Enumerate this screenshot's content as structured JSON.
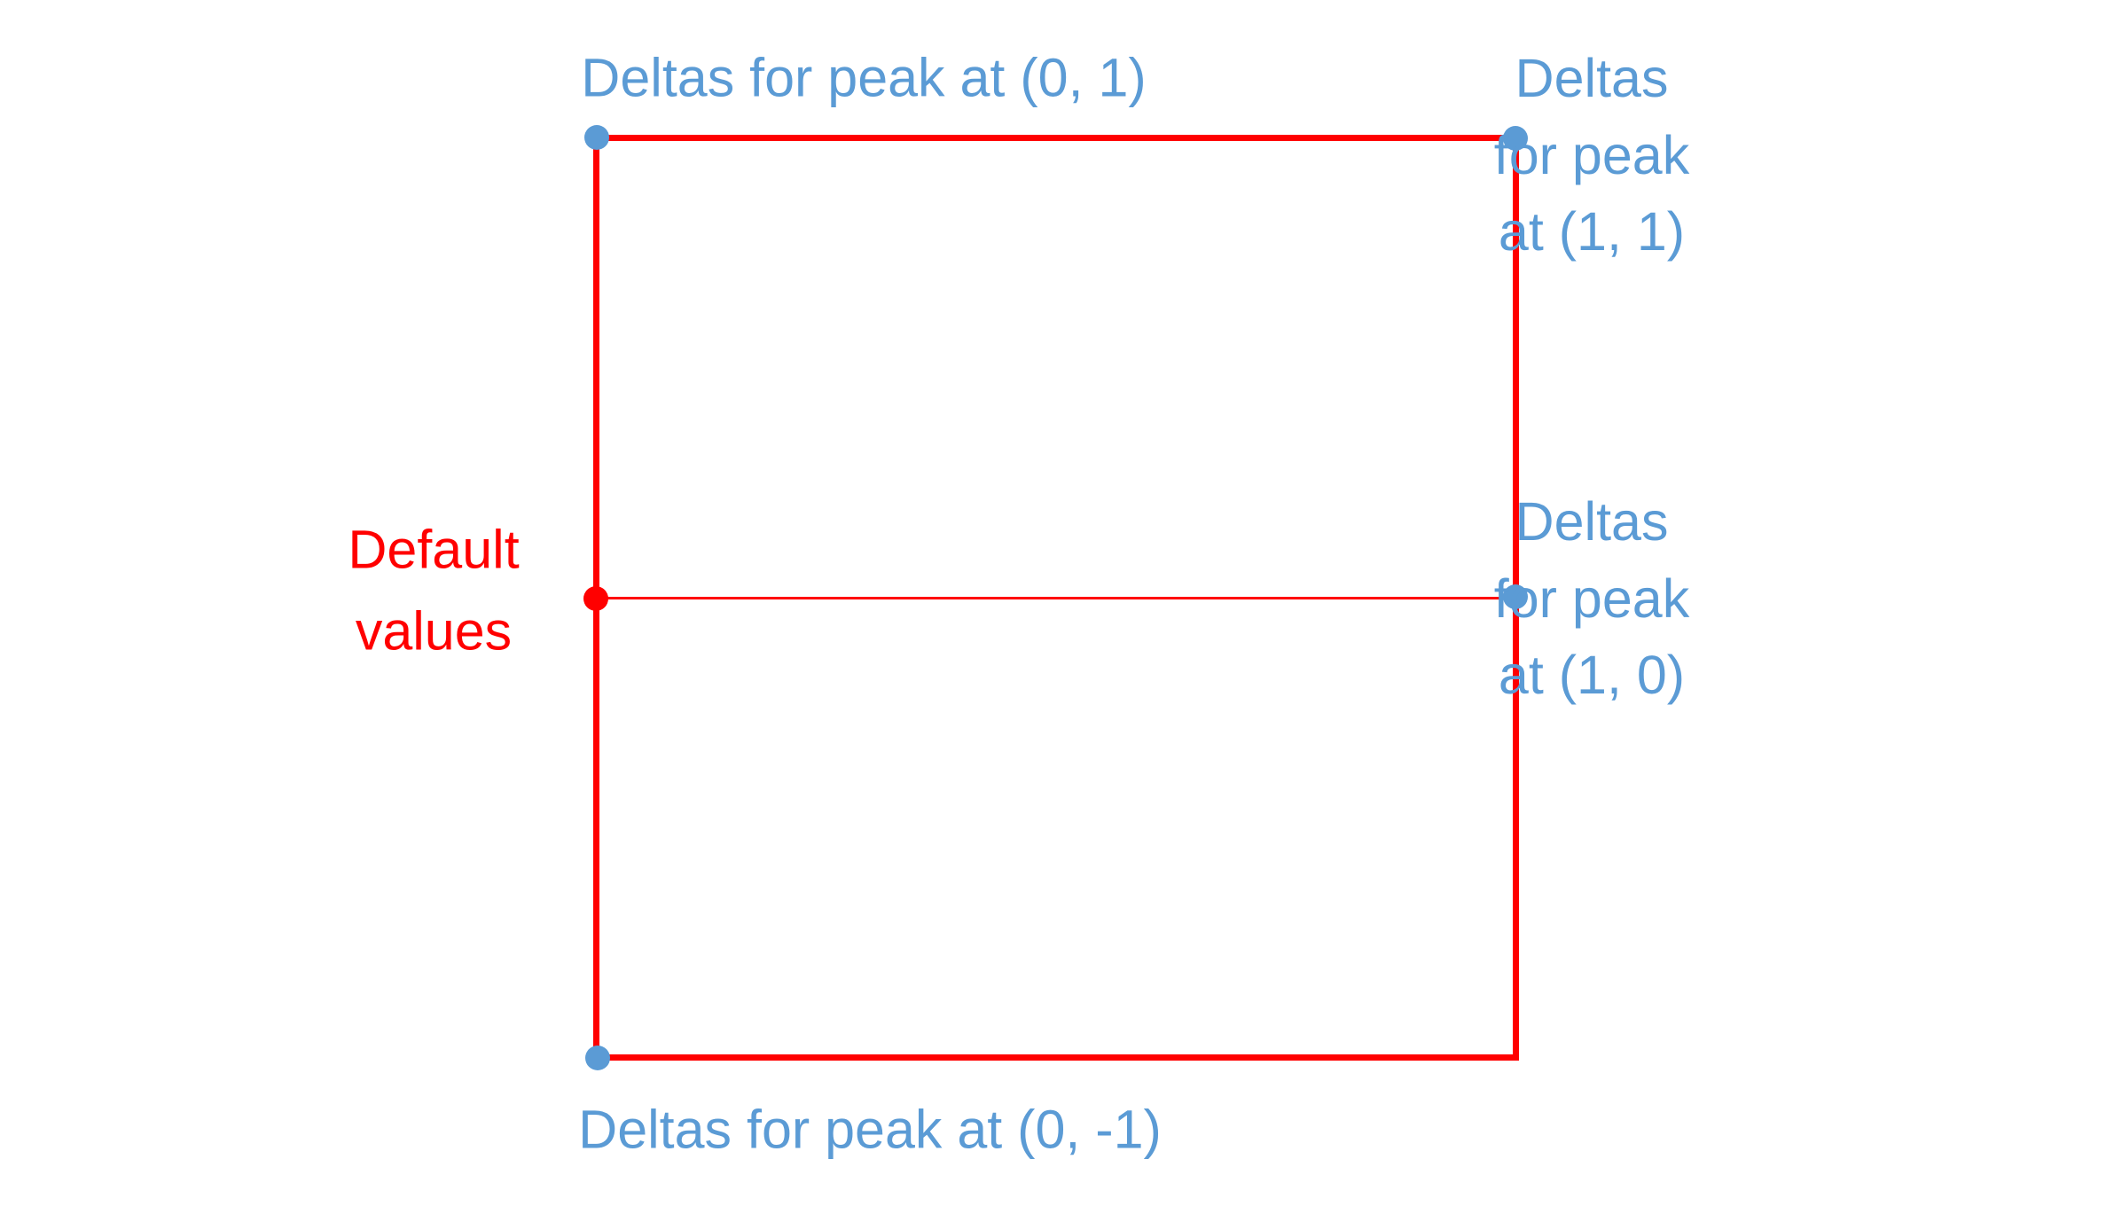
{
  "colors": {
    "accent_blue": "#5B9BD5",
    "accent_red": "#FF0000",
    "background": "#FFFFFF"
  },
  "labels": {
    "top": "Deltas for peak at (0, 1)",
    "top_right": [
      "Deltas",
      "for peak",
      "at (1, 1)"
    ],
    "mid_right": [
      "Deltas",
      "for peak",
      "at (1, 0)"
    ],
    "bottom": "Deltas for peak at (0, -1)",
    "default_values": [
      "Default",
      "values"
    ]
  },
  "markers": [
    {
      "id": "peak-0-1",
      "position": "top-left",
      "color": "#5B9BD5"
    },
    {
      "id": "peak-1-1",
      "position": "top-right",
      "color": "#5B9BD5"
    },
    {
      "id": "peak-1-0",
      "position": "middle-right",
      "color": "#5B9BD5"
    },
    {
      "id": "peak-0-neg1",
      "position": "bottom-left",
      "color": "#5B9BD5"
    },
    {
      "id": "default-values",
      "position": "middle-left",
      "color": "#FF0000"
    }
  ]
}
